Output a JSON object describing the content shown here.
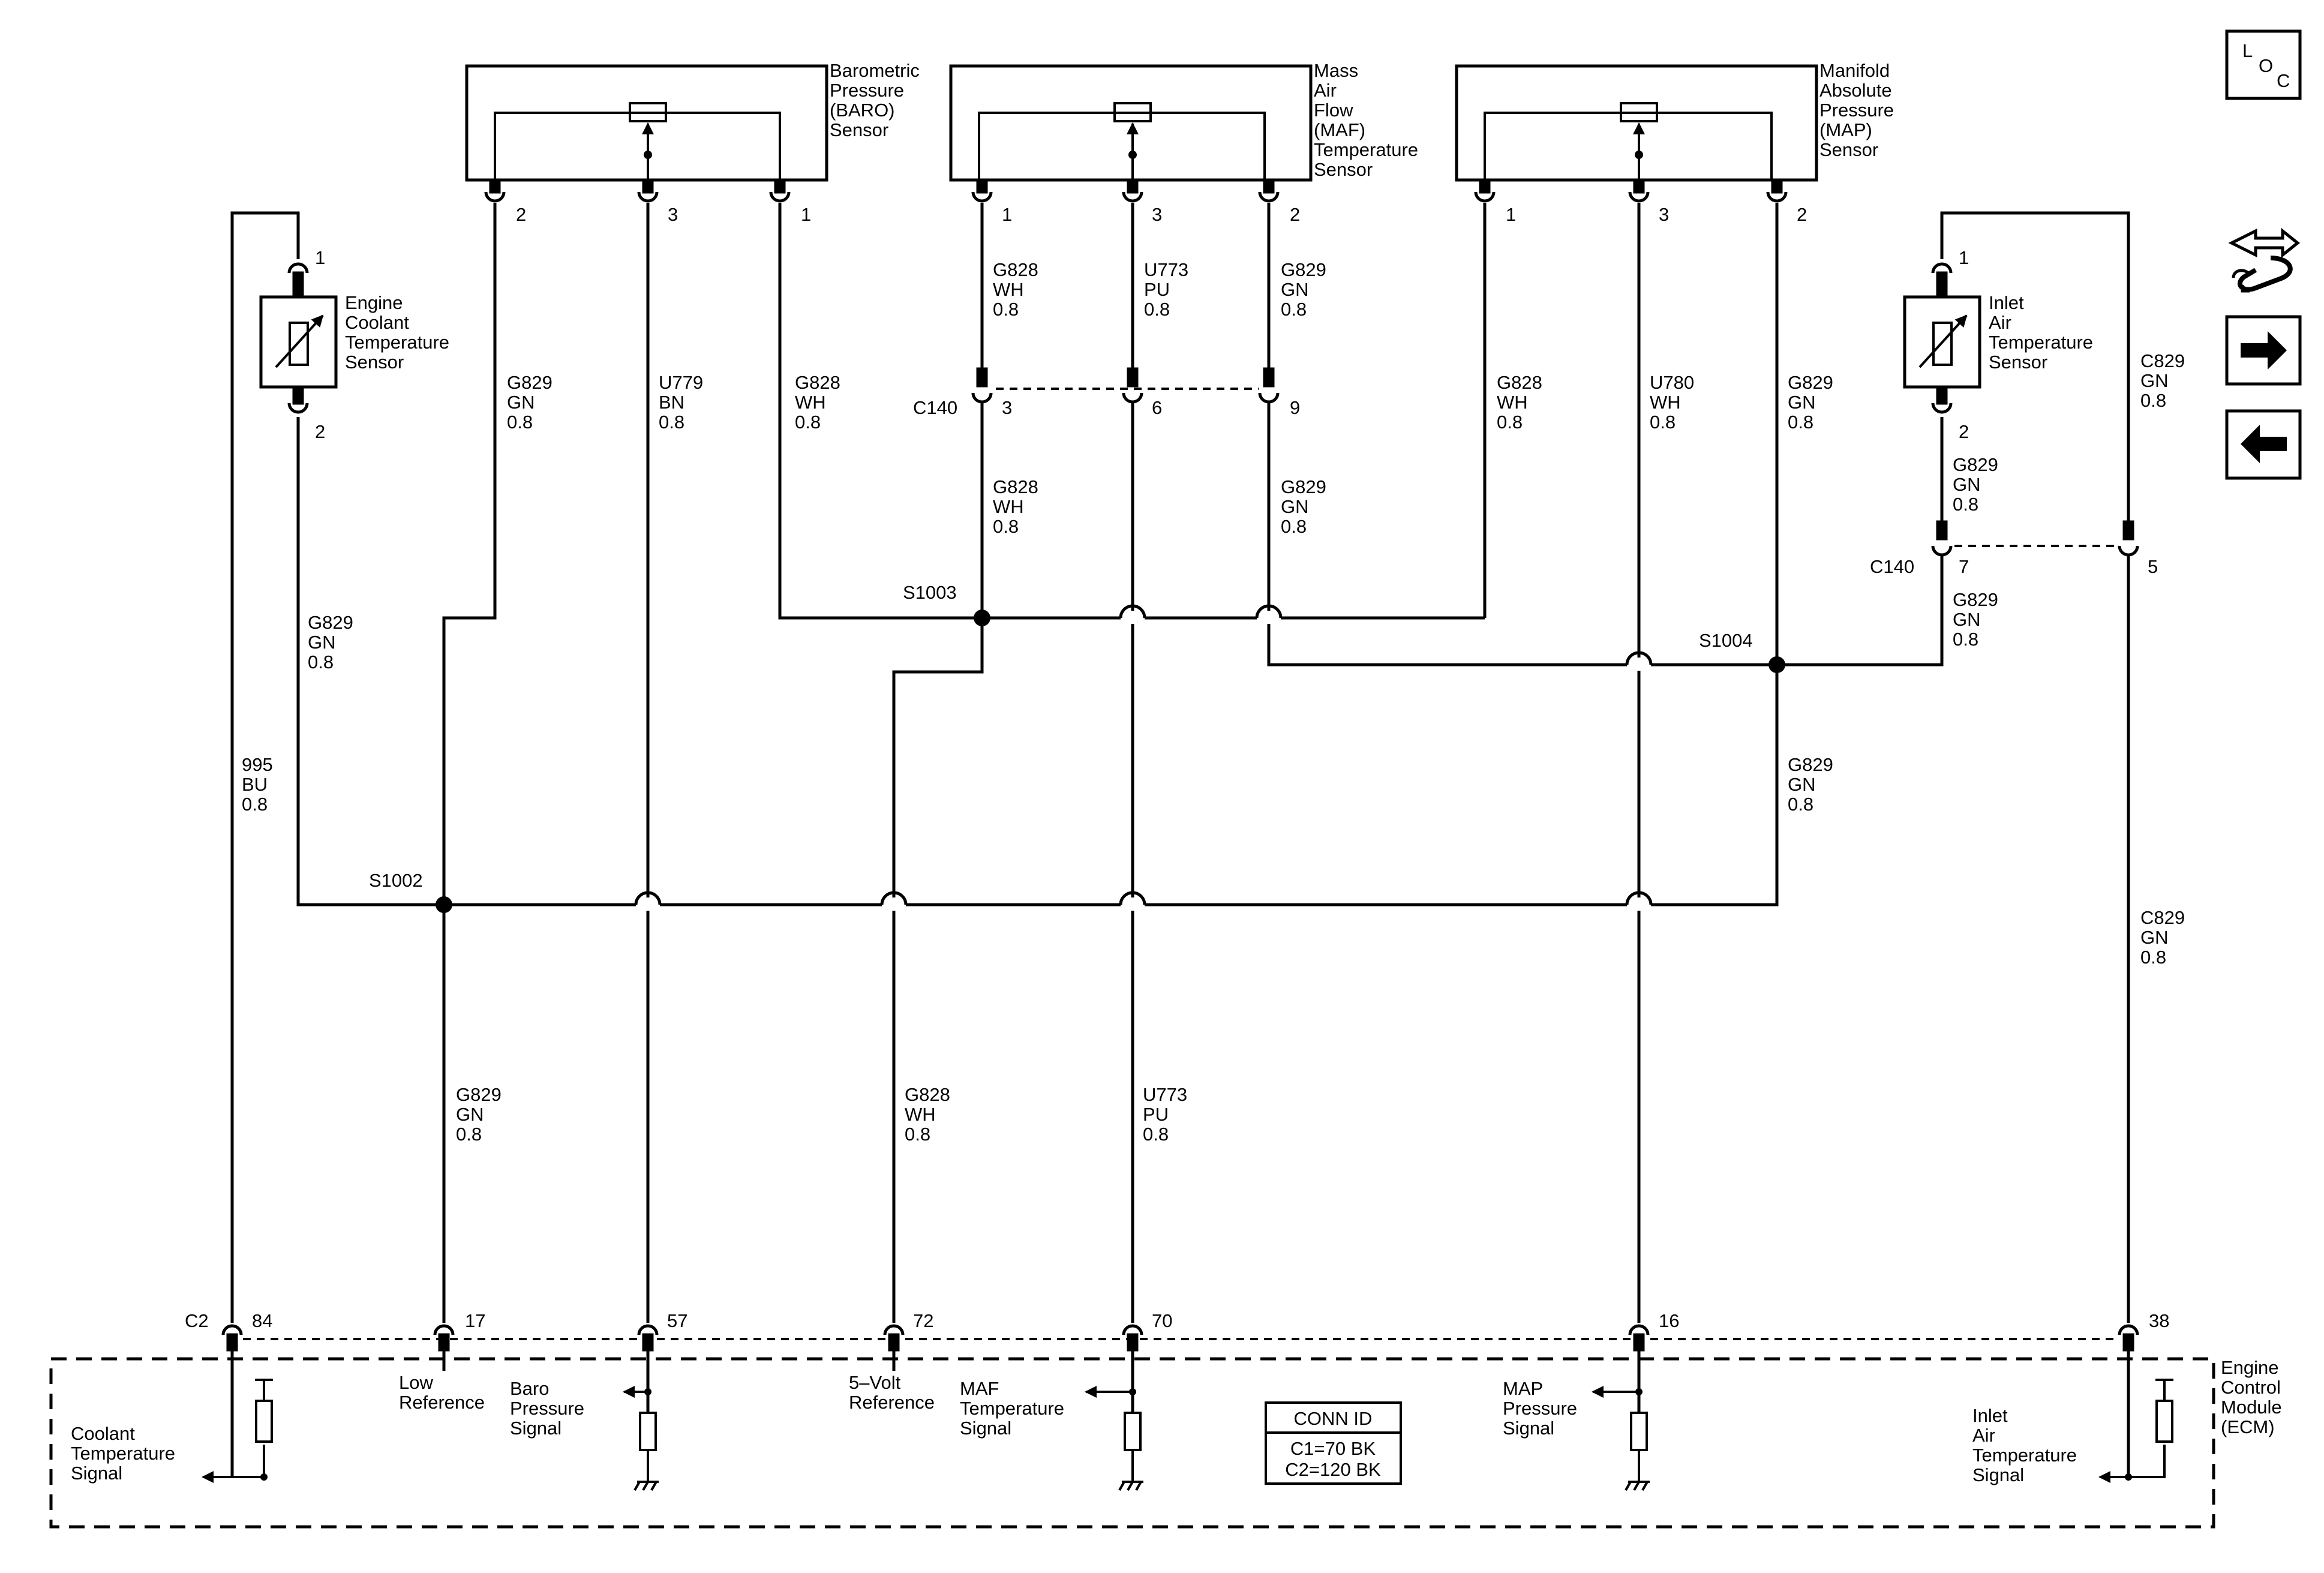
{
  "sensors": {
    "baro": [
      "Barometric",
      "Pressure",
      "(BARO)",
      "Sensor"
    ],
    "maf": [
      "Mass",
      "Air",
      "Flow",
      "(MAF)",
      "Temperature",
      "Sensor"
    ],
    "map": [
      "Manifold",
      "Absolute",
      "Pressure",
      "(MAP)",
      "Sensor"
    ],
    "ect": [
      "Engine",
      "Coolant",
      "Temperature",
      "Sensor"
    ],
    "iat": [
      "Inlet",
      "Air",
      "Temperature",
      "Sensor"
    ]
  },
  "ecm": {
    "name": [
      "Engine",
      "Control",
      "Module",
      "(ECM)"
    ],
    "connector": "C2",
    "coolant_signal": [
      "Coolant",
      "Temperature",
      "Signal"
    ],
    "low_reference": [
      "Low",
      "Reference"
    ],
    "baro_signal": [
      "Baro",
      "Pressure",
      "Signal"
    ],
    "five_volt_reference": [
      "5–Volt",
      "Reference"
    ],
    "maf_temp_signal": [
      "MAF",
      "Temperature",
      "Signal"
    ],
    "map_signal": [
      "MAP",
      "Pressure",
      "Signal"
    ],
    "iat_signal": [
      "Inlet",
      "Air",
      "Temperature",
      "Signal"
    ]
  },
  "conn_id": {
    "title": "CONN ID",
    "c1": "C1=70 BK",
    "c2": "C2=120 BK"
  },
  "connectors": {
    "c140": "C140"
  },
  "splices": {
    "s1002": "S1002",
    "s1003": "S1003",
    "s1004": "S1004"
  },
  "pins": {
    "baro": [
      "2",
      "3",
      "1"
    ],
    "maf": [
      "1",
      "3",
      "2"
    ],
    "map": [
      "1",
      "3",
      "2"
    ],
    "ect": [
      "1",
      "2"
    ],
    "iat": [
      "1",
      "2"
    ],
    "c140_maf": [
      "3",
      "6",
      "9"
    ],
    "c140_iat": [
      "7",
      "5"
    ],
    "ecm": [
      "84",
      "17",
      "57",
      "72",
      "70",
      "16",
      "38"
    ]
  },
  "wires": {
    "baro_2": [
      "G829",
      "GN",
      "0.8"
    ],
    "baro_3": [
      "U779",
      "BN",
      "0.8"
    ],
    "baro_1": [
      "G828",
      "WH",
      "0.8"
    ],
    "maf_1_top": [
      "G828",
      "WH",
      "0.8"
    ],
    "maf_3_top": [
      "U773",
      "PU",
      "0.8"
    ],
    "maf_2_top": [
      "G829",
      "GN",
      "0.8"
    ],
    "maf_1_bot": [
      "G828",
      "WH",
      "0.8"
    ],
    "maf_2_bot": [
      "G829",
      "GN",
      "0.8"
    ],
    "map_1": [
      "G828",
      "WH",
      "0.8"
    ],
    "map_3": [
      "U780",
      "WH",
      "0.8"
    ],
    "map_2_top": [
      "G829",
      "GN",
      "0.8"
    ],
    "map_2_bot": [
      "G829",
      "GN",
      "0.8"
    ],
    "ect_2": [
      "G829",
      "GN",
      "0.8"
    ],
    "ect_84": [
      "995",
      "BU",
      "0.8"
    ],
    "iat_2_top": [
      "G829",
      "GN",
      "0.8"
    ],
    "iat_2_bot": [
      "G829",
      "GN",
      "0.8"
    ],
    "iat_1_top": [
      "C829",
      "GN",
      "0.8"
    ],
    "iat_1_bot": [
      "C829",
      "GN",
      "0.8"
    ],
    "ecm_17": [
      "G829",
      "GN",
      "0.8"
    ],
    "ecm_72": [
      "G828",
      "WH",
      "0.8"
    ],
    "ecm_70": [
      "U773",
      "PU",
      "0.8"
    ]
  },
  "nav": {
    "loc_letters": [
      "L",
      "O",
      "C"
    ],
    "loc_icon": "loc-icon",
    "schematic_icon": "wiring-harness-icon",
    "next_icon": "arrow-right-icon",
    "prev_icon": "arrow-left-icon"
  }
}
